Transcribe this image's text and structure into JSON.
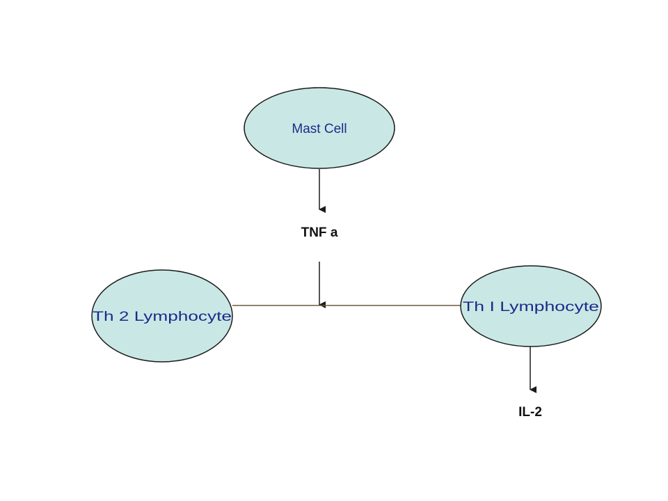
{
  "colors": {
    "node_fill": "#c9e8e5",
    "node_stroke": "#1a1a1a",
    "node_text": "#1f2a8a",
    "edge": "#1a1a1a",
    "link_line": "#6b5a40",
    "label_text": "#111111"
  },
  "nodes": {
    "mast_cell": {
      "label": "Mast Cell"
    },
    "th2": {
      "label": "Th 2 Lymphocyte"
    },
    "th1": {
      "label": "Th I Lymphocyte"
    }
  },
  "labels": {
    "tnf": "TNF a",
    "il2": "IL-2"
  }
}
